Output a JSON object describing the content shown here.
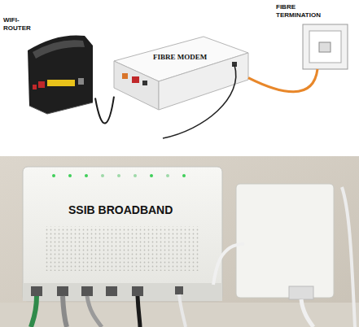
{
  "diagram": {
    "nodes": [
      {
        "text": [
          "WIFI- ROUTER"
        ]
      },
      {
        "text": [
          "FIBRE MODEM"
        ]
      },
      {
        "text": [
          "FIBRE TERMINATION"
        ]
      }
    ],
    "edges": [
      {
        "from": 0,
        "to": 1,
        "arrow": "none"
      },
      {
        "from": 1,
        "to": 2,
        "arrow": "none"
      }
    ],
    "labels": [
      "SSIB BROADBAND"
    ]
  }
}
